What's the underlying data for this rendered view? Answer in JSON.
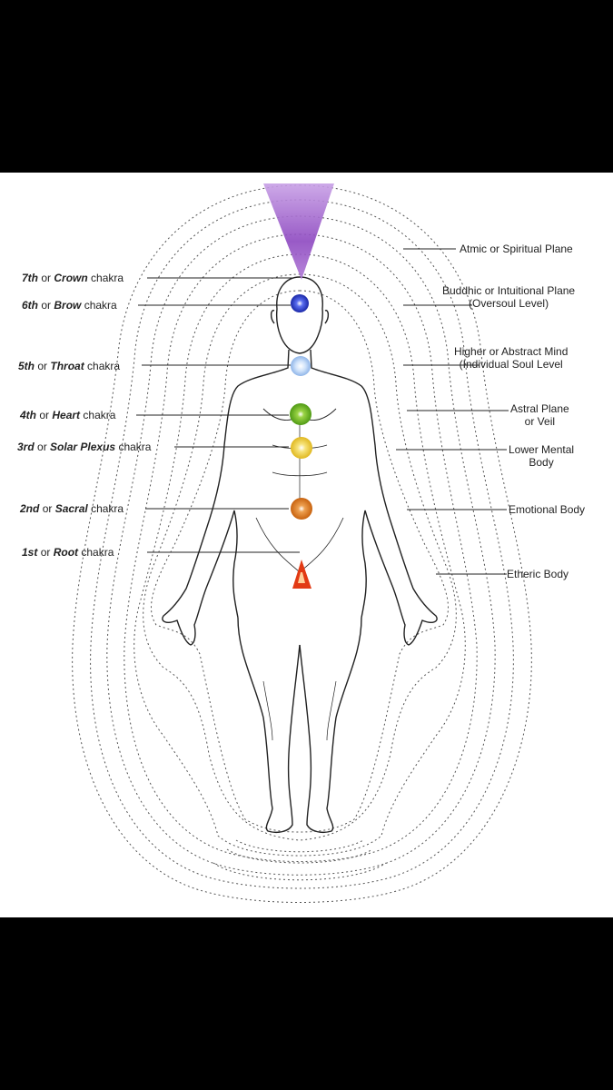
{
  "left_labels": [
    {
      "id": "crown",
      "ordinal": "7th",
      "name": "Crown",
      "connector": "or",
      "suffix": "chakra",
      "color": "#2c2fa8"
    },
    {
      "id": "brow",
      "ordinal": "6th",
      "name": "Brow",
      "connector": "or",
      "suffix": "chakra",
      "color": "#1d2fbf"
    },
    {
      "id": "throat",
      "ordinal": "5th",
      "name": "Throat",
      "connector": "or",
      "suffix": "chakra",
      "color": "#a9c9f0"
    },
    {
      "id": "heart",
      "ordinal": "4th",
      "name": "Heart",
      "connector": "or",
      "suffix": "chakra",
      "color": "#6cae1e"
    },
    {
      "id": "solar",
      "ordinal": "3rd",
      "name": "Solar Plexus",
      "connector": "or",
      "suffix": "chakra",
      "color": "#f0d437"
    },
    {
      "id": "sacral",
      "ordinal": "2nd",
      "name": "Sacral",
      "connector": "or",
      "suffix": "chakra",
      "color": "#d8741a"
    },
    {
      "id": "root",
      "ordinal": "1st",
      "name": "Root",
      "connector": "or",
      "suffix": "chakra",
      "color": "#e23a14"
    }
  ],
  "right_labels": [
    {
      "id": "atmic",
      "lines": [
        "Atmic or Spiritual Plane"
      ]
    },
    {
      "id": "buddhic",
      "lines": [
        "Buddhic or Intuitional Plane",
        "(Oversoul Level)"
      ]
    },
    {
      "id": "higher",
      "lines": [
        "Higher or Abstract Mind",
        "(Individual Soul Level"
      ]
    },
    {
      "id": "astral",
      "lines": [
        "Astral Plane",
        "or Veil"
      ]
    },
    {
      "id": "lower",
      "lines": [
        "Lower Mental",
        "Body"
      ]
    },
    {
      "id": "emotional",
      "lines": [
        "Emotional Body"
      ]
    },
    {
      "id": "etheric",
      "lines": [
        "Etheric Body"
      ]
    }
  ],
  "colors": {
    "background": "#000000",
    "panel": "#ffffff",
    "crown_beam": "#9a5ac8",
    "line": "#222222"
  }
}
